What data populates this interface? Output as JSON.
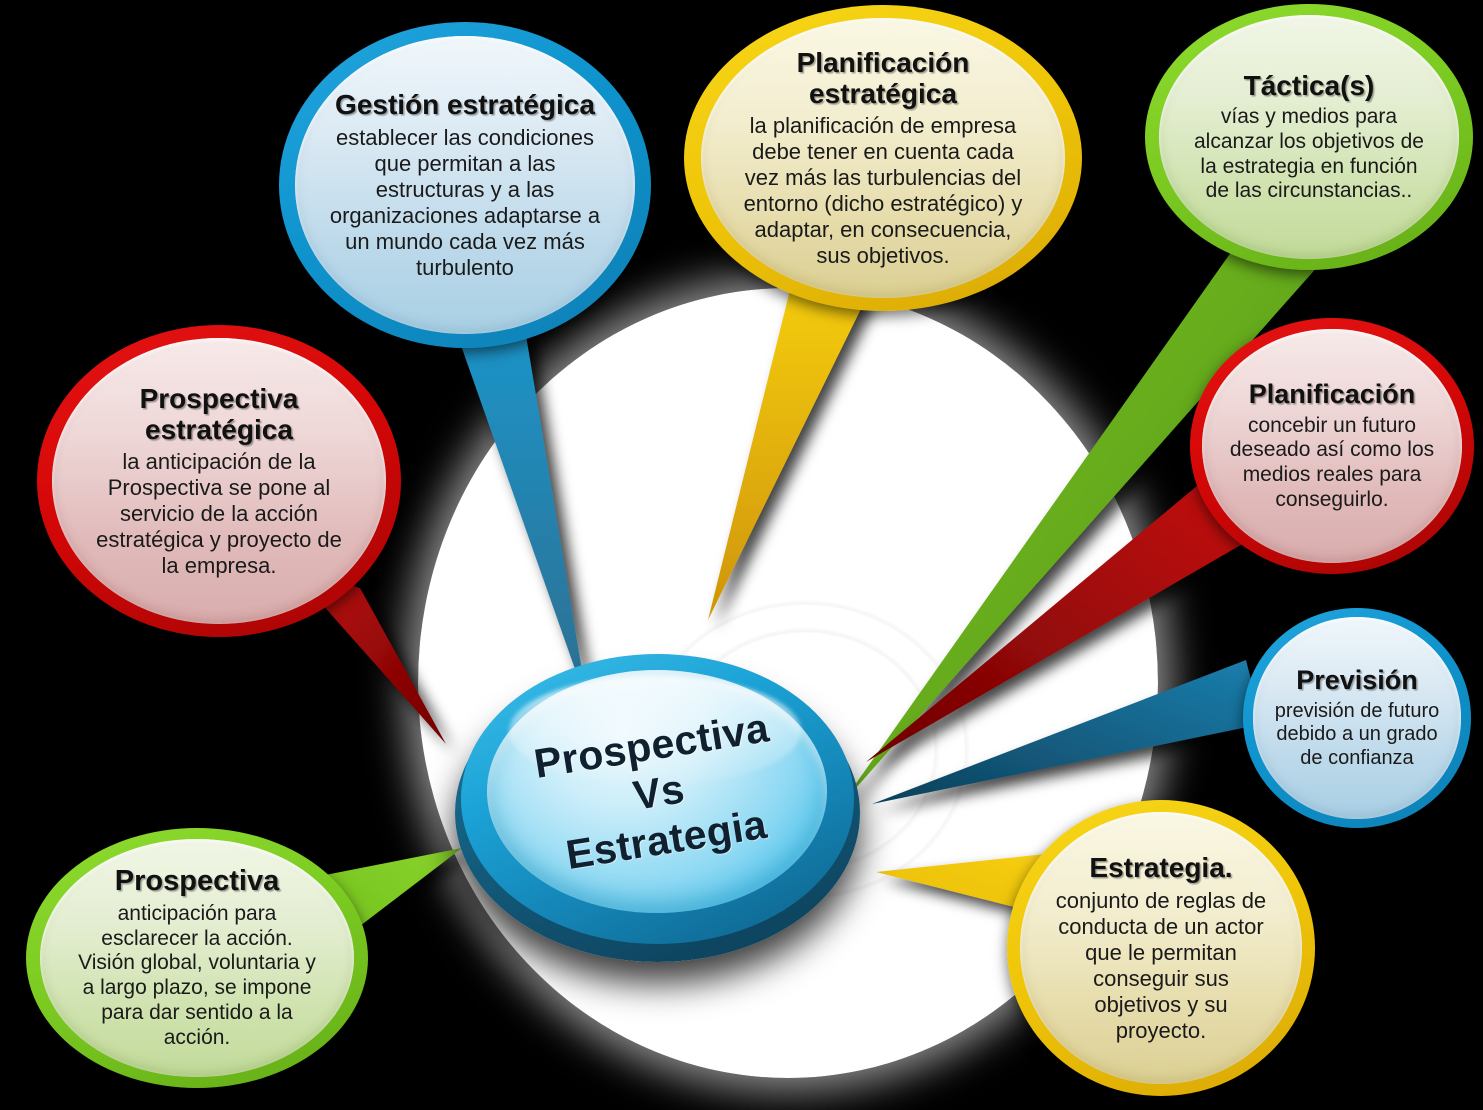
{
  "center": {
    "line1": "Prospectiva",
    "line2": "Vs",
    "line3": "Estrategia"
  },
  "colors": {
    "blue": "#0f93cd",
    "yellow": "#efc508",
    "green": "#7ccb22",
    "red": "#d40707",
    "dark_blue": "#145f80",
    "background": "#000000",
    "backdrop": "#ffffff"
  },
  "bubbles": [
    {
      "id": "gestion-estrategica",
      "color": "blue",
      "title": "Gestión estratégica",
      "body": "establecer las condiciones que permitan a las estructuras y a las organizaciones adaptarse a un mundo cada vez más turbulento"
    },
    {
      "id": "planificacion-estrategica",
      "color": "yellow",
      "title": "Planificación estratégica",
      "body": "la planificación de empresa debe tener en cuenta cada vez más las turbulencias del entorno (dicho estratégico) y adaptar, en consecuencia, sus objetivos."
    },
    {
      "id": "tacticas",
      "color": "green",
      "title": "Táctica(s)",
      "body": "vías y medios para alcanzar los objetivos de la estrategia en función de las circunstancias.."
    },
    {
      "id": "planificacion",
      "color": "red",
      "title": "Planificación",
      "body": "concebir un futuro deseado así como los medios reales para conseguirlo."
    },
    {
      "id": "prevision",
      "color": "blue",
      "title": "Previsión",
      "body": "previsión de futuro debido a un grado de confianza"
    },
    {
      "id": "estrategia",
      "color": "yellow",
      "title": "Estrategia.",
      "body": "conjunto de reglas de conducta de un actor que le permitan conseguir sus objetivos y su proyecto."
    },
    {
      "id": "prospectiva",
      "color": "green",
      "title": "Prospectiva",
      "body": "anticipación para esclarecer la acción.  Visión global, voluntaria y a largo plazo, se impone para dar sentido a la acción."
    },
    {
      "id": "prospectiva-estrategica",
      "color": "red",
      "title": "Prospectiva estratégica",
      "body": "la anticipación de la Prospectiva se pone al servicio de la acción estratégica y proyecto de la empresa."
    }
  ]
}
